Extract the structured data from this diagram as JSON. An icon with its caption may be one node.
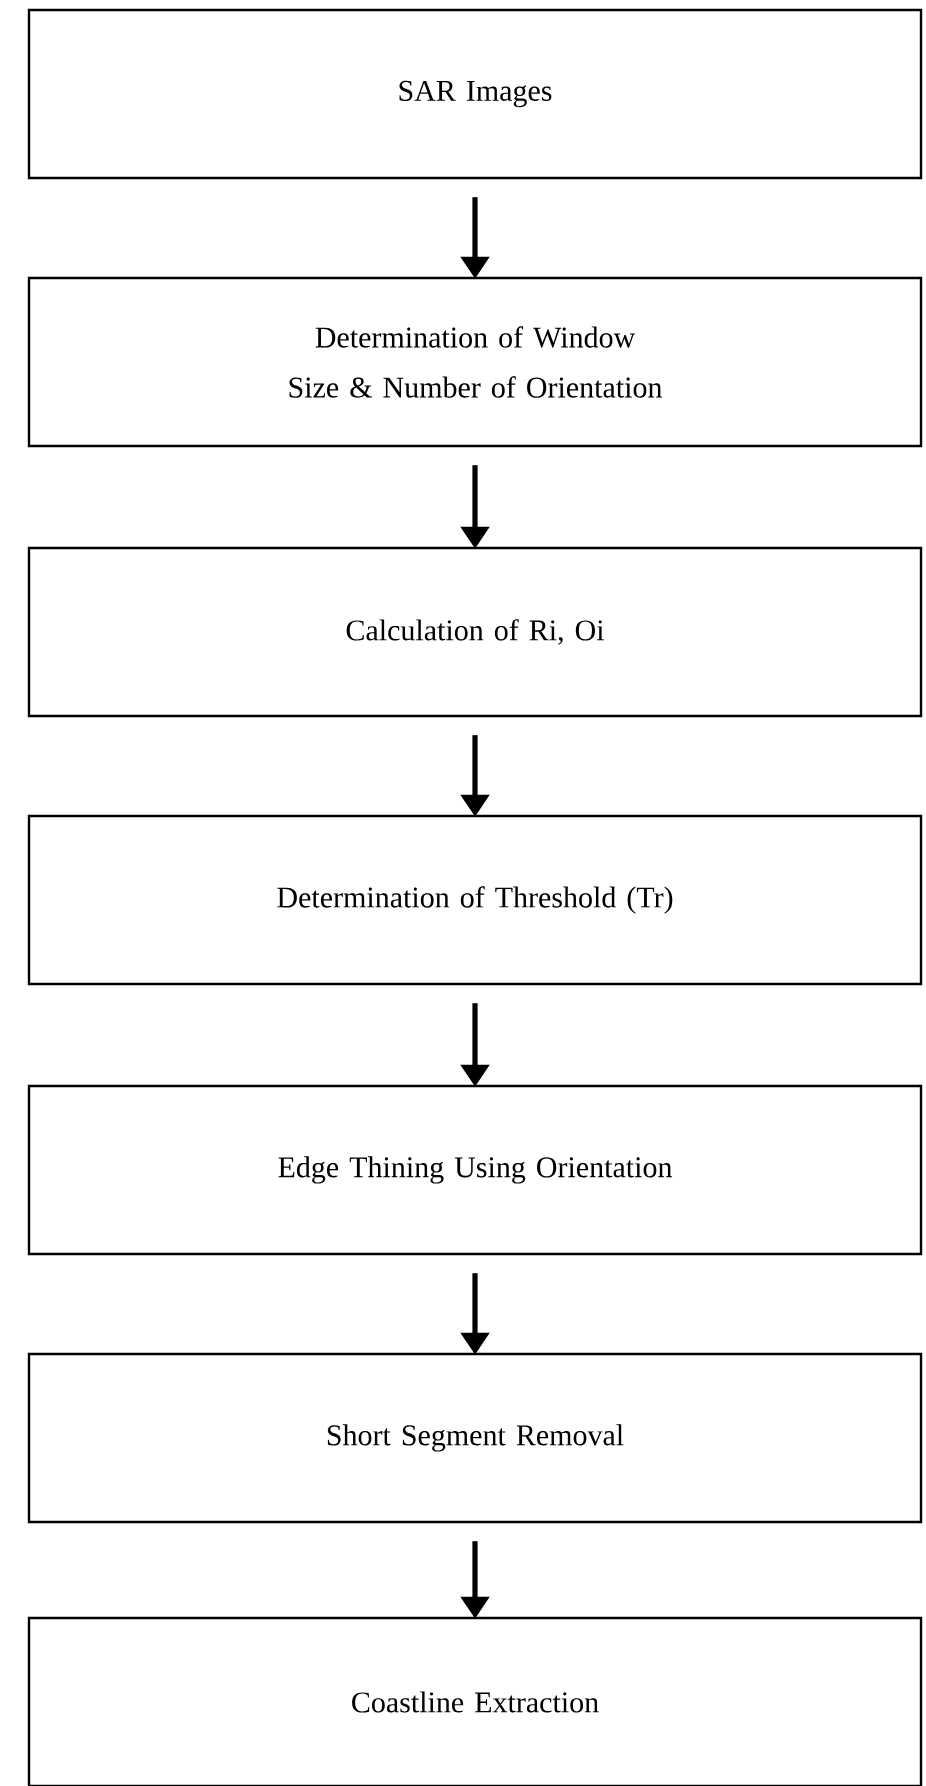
{
  "diagram": {
    "nodes": [
      {
        "text": [
          "SAR Images"
        ]
      },
      {
        "text": [
          "Determination of Window Size & Number of Orientation"
        ]
      },
      {
        "text": [
          "Calculation of Ri, Oi"
        ]
      },
      {
        "text": [
          "Determination of Threshold (Tr)"
        ]
      },
      {
        "text": [
          "Edge Thining Using Orientation"
        ]
      },
      {
        "text": [
          "Short Segment Removal"
        ]
      },
      {
        "text": [
          "Coastline Extraction"
        ]
      }
    ],
    "edges": [
      {
        "from": 0,
        "to": 1,
        "arrow": "to"
      },
      {
        "from": 1,
        "to": 2,
        "arrow": "to"
      },
      {
        "from": 2,
        "to": 3,
        "arrow": "to"
      },
      {
        "from": 3,
        "to": 4,
        "arrow": "to"
      },
      {
        "from": 4,
        "to": 5,
        "arrow": "to"
      },
      {
        "from": 5,
        "to": 6,
        "arrow": "to"
      }
    ]
  }
}
